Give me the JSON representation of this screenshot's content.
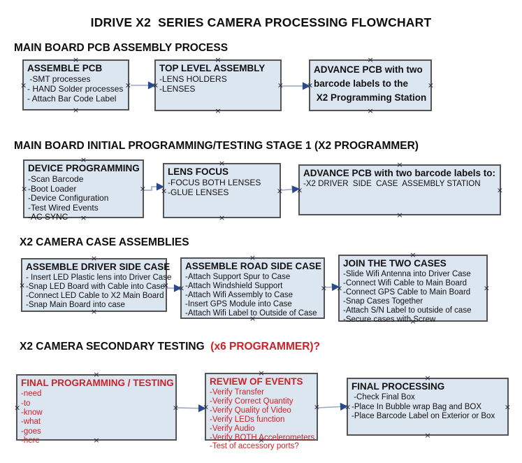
{
  "title": "IDRIVE X2  SERIES CAMERA PROCESSING FLOWCHART",
  "glyphs": {
    "anchor": "×"
  },
  "colors": {
    "box_fill": "#dce6f1",
    "box_border": "#545454",
    "red_text": "#cc2127",
    "arrow_line": "#96a9c6",
    "arrow_head": "#2b4a8b"
  },
  "sections": [
    {
      "heading": "MAIN BOARD PCB ASSEMBLY PROCESS",
      "heading_red": "",
      "boxes": [
        {
          "title": "ASSEMBLE PCB",
          "items": [
            " -SMT processes",
            "- HAND Solder processes",
            "- Attach Bar Code Label"
          ]
        },
        {
          "title": "TOP LEVEL ASSEMBLY",
          "items": [
            "-LENS HOLDERS",
            "-LENSES"
          ]
        },
        {
          "title": "ADVANCE PCB with two\nbarcode labels to the\n X2 Programming Station",
          "items": []
        }
      ]
    },
    {
      "heading": "MAIN BOARD INITIAL PROGRAMMING/TESTING STAGE 1 (X2 PROGRAMMER)",
      "heading_red": "",
      "boxes": [
        {
          "title": "DEVICE PROGRAMMING",
          "items": [
            "-Scan Barcode",
            "-Boot Loader",
            "-Device Configuration",
            "-Test Wired Events",
            "-AC SYNC"
          ]
        },
        {
          "title": "LENS FOCUS",
          "items": [
            "-FOCUS BOTH LENSES",
            "-GLUE LENSES"
          ]
        },
        {
          "title": "ADVANCE PCB with two barcode labels to:",
          "items": [
            "-X2 DRIVER  SIDE  CASE  ASSEMBLY STATION"
          ]
        }
      ]
    },
    {
      "heading": "X2 CAMERA CASE ASSEMBLIES",
      "heading_red": "",
      "boxes": [
        {
          "title": "ASSEMBLE DRIVER SIDE CASE",
          "items": [
            "- Insert LED Plastic lens into Driver Case",
            "-Snap LED Board with Cable into Case",
            "-Connect LED Cable to X2 Main Board",
            "-Snap Main Board into case"
          ]
        },
        {
          "title": "ASSEMBLE ROAD SIDE CASE",
          "items": [
            "-Attach Support Spur to Case",
            "-Attach Windshield Support",
            "-Attach Wifi Assembly to Case",
            "-Insert GPS Module into Case",
            "-Attach Wifi Label to Outside of Case"
          ]
        },
        {
          "title": "JOIN THE TWO CASES",
          "items": [
            "-Slide Wifi Antenna into Driver Case",
            "-Connect Wifi Cable to Main Board",
            "-Connect GPS Cable to Main Board",
            "-Snap Cases Together",
            "-Attach S/N Label to outside of case",
            "-Secure cases with Screw"
          ]
        }
      ]
    },
    {
      "heading": "X2 CAMERA SECONDARY TESTING  ",
      "heading_red": "(x6 PROGRAMMER)?",
      "boxes": [
        {
          "title": "FINAL PROGRAMMING / TESTING",
          "items": [
            "-need",
            "-to",
            "-know",
            "-what",
            "-goes",
            "-here"
          ]
        },
        {
          "title": "REVIEW OF EVENTS",
          "items": [
            "-Verify Transfer",
            "-Verify Correct Quantity",
            "-Verify Quality of Video",
            "-Verify LEDs function",
            "-Verify Audio",
            "-Verify BOTH Accelerometers",
            "-Test of accessory ports?"
          ]
        },
        {
          "title": "FINAL PROCESSING",
          "items": [
            " -Check Final Box",
            "-Place In Bubble wrap Bag and BOX",
            "-Place Barcode Label on Exterior or Box"
          ]
        }
      ]
    }
  ]
}
